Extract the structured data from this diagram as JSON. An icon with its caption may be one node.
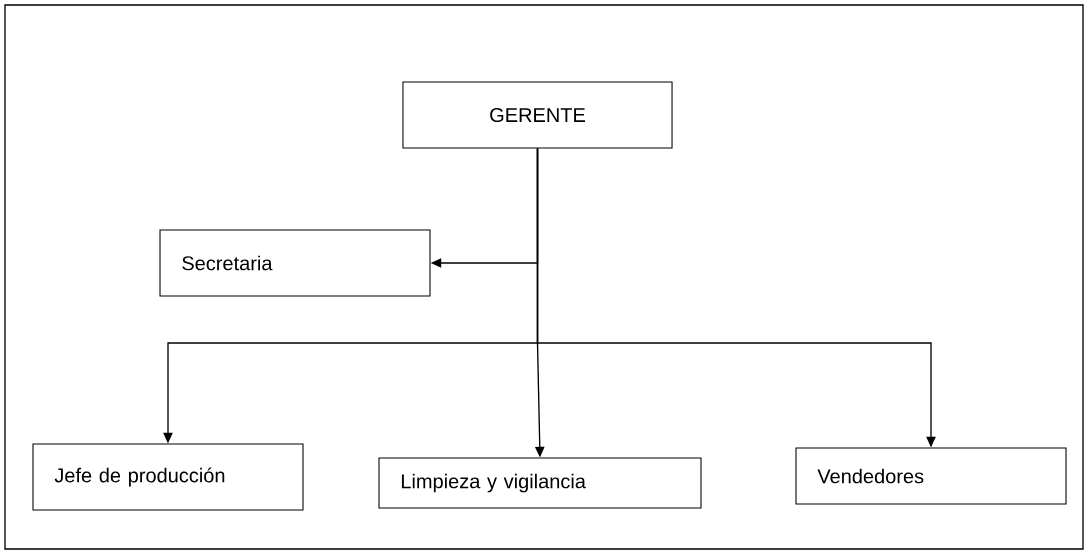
{
  "diagram": {
    "nodes": [
      {
        "text": [
          "GERENTE"
        ]
      },
      {
        "text": [
          "Secretaria"
        ]
      },
      {
        "text": [
          "Jefe de producción"
        ]
      },
      {
        "text": [
          "Limpieza y vigilancia"
        ]
      },
      {
        "text": [
          "Vendedores"
        ]
      }
    ],
    "edges": [
      {
        "from": 0,
        "to": 1,
        "arrow": "to"
      },
      {
        "from": 0,
        "to": 2,
        "arrow": "to"
      },
      {
        "from": 0,
        "to": 3,
        "arrow": "to"
      },
      {
        "from": 0,
        "to": 4,
        "arrow": "to"
      }
    ]
  }
}
